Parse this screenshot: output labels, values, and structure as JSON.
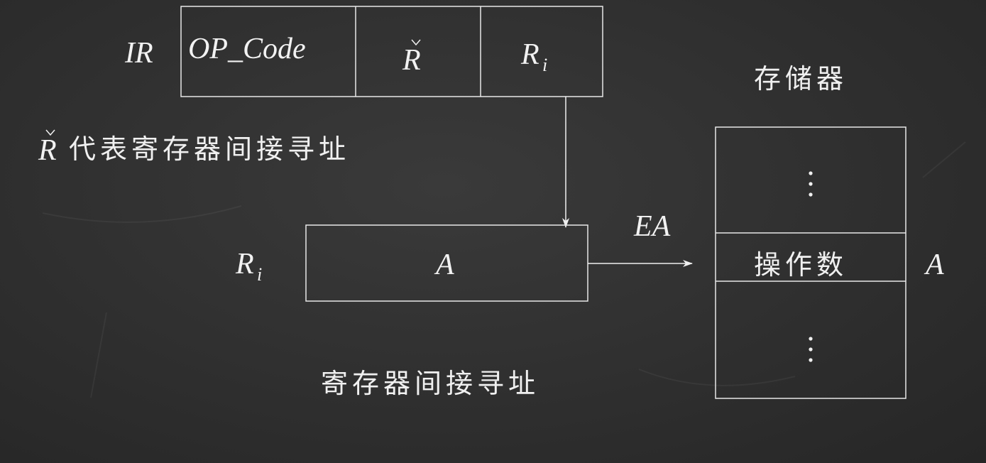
{
  "ir": {
    "label": "IR",
    "field_opcode": "OP_Code",
    "field_r": "R",
    "field_ri_base": "R",
    "field_ri_sub": "i"
  },
  "note": {
    "symbol": "R",
    "text": "代表寄存器间接寻址"
  },
  "register": {
    "label_base": "R",
    "label_sub": "i",
    "content": "A"
  },
  "ea_label": "EA",
  "caption": "寄存器间接寻址",
  "memory": {
    "title": "存储器",
    "top_dots": "⋮",
    "operand": "操作数",
    "bottom_dots": "⋮",
    "address_label": "A"
  },
  "colors": {
    "background": "#2f2f2f",
    "chalk": "#f0f0f0"
  }
}
